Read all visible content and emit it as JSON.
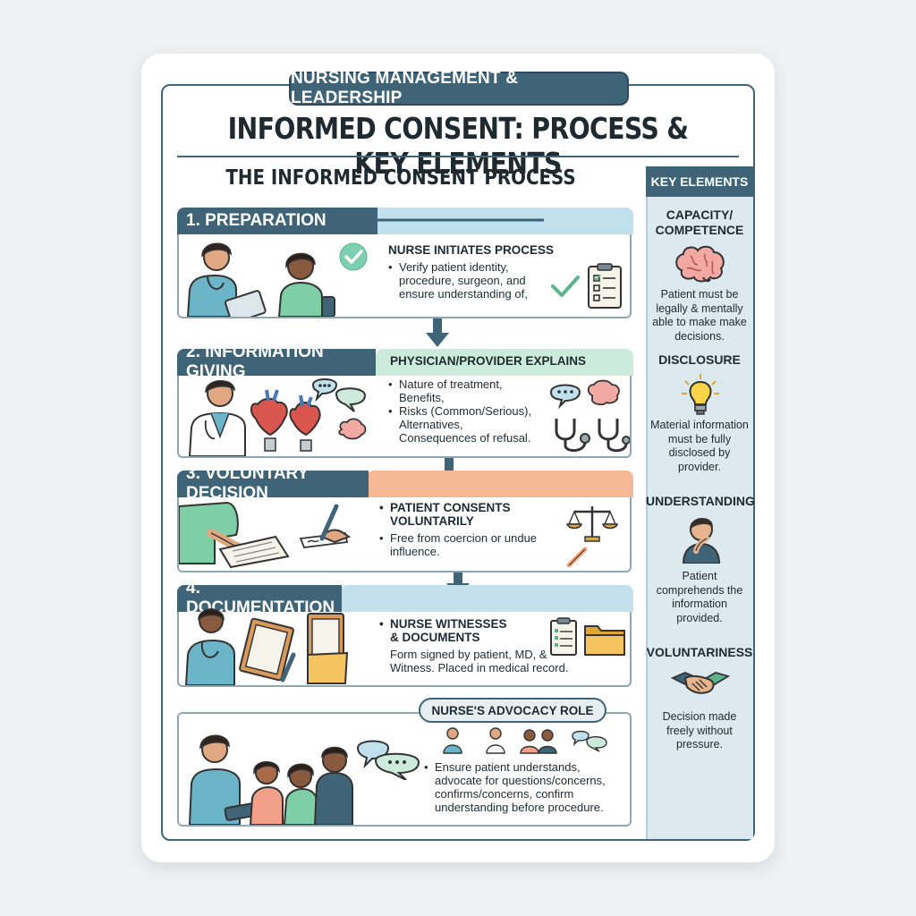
{
  "header": {
    "category": "NURSING MANAGEMENT & LEADERSHIP",
    "title": "INFORMED CONSENT: PROCESS & KEY ELEMENTS",
    "process_title": "THE INFORMED CONSENT PROCESS"
  },
  "steps": [
    {
      "title": "1. PREPARATION",
      "head": "NURSE INITIATES PROCESS",
      "bullets": [
        "Verify patient identity, procedure, surgeon, and ensure understanding of,"
      ],
      "band_color": "#bfe0ec"
    },
    {
      "title": "2. INFORMATION GIVING",
      "head": "PHYSICIAN/PROVIDER EXPLAINS",
      "bullets": [
        "Nature of treatment,",
        "Benefits,",
        "Risks (Common/Serious),",
        "Alternatives,",
        "Consequences of refusal."
      ],
      "band_color": "#cdebdc"
    },
    {
      "title": "3. VOLUNTARY DECISION",
      "head": "PATIENT CONSENTS VOLUNTARILY",
      "bullets": [
        "Free from coercion or undue influence."
      ],
      "band_color": "#f4b896"
    },
    {
      "title": "4. DOCUMENTATION",
      "head": "NURSE WITNESSES & DOCUMENTS",
      "bullets": [
        "Form signed by patient, MD, & Witness. Placed in medical record."
      ],
      "band_color": "#c3e0ec"
    }
  ],
  "advocacy": {
    "title": "NURSE'S ADVOCACY ROLE",
    "bullets": [
      "Ensure patient understands, advocate for questions/concerns, confirms/concerns, confirm understanding before procedure."
    ]
  },
  "key_elements": {
    "title": "KEY ELEMENTS",
    "items": [
      {
        "title": "CAPACITY/ COMPETENCE",
        "text": "Patient must be legally & mentally able to make make decisions.",
        "icon": "brain-icon"
      },
      {
        "title": "DISCLOSURE",
        "text": "Material information must be fully disclosed by provider.",
        "icon": "lightbulb-icon"
      },
      {
        "title": "UNDERSTANDING",
        "text": "Patient comprehends the information provided.",
        "icon": "thinking-person-icon"
      },
      {
        "title": "VOLUNTARINESS",
        "text": "Decision made freely without pressure.",
        "icon": "handshake-icon"
      }
    ]
  },
  "colors": {
    "primary": "#3f6478",
    "accent_green": "#5fb38c",
    "accent_orange": "#f1a37b",
    "accent_blue": "#9fd0e3"
  }
}
